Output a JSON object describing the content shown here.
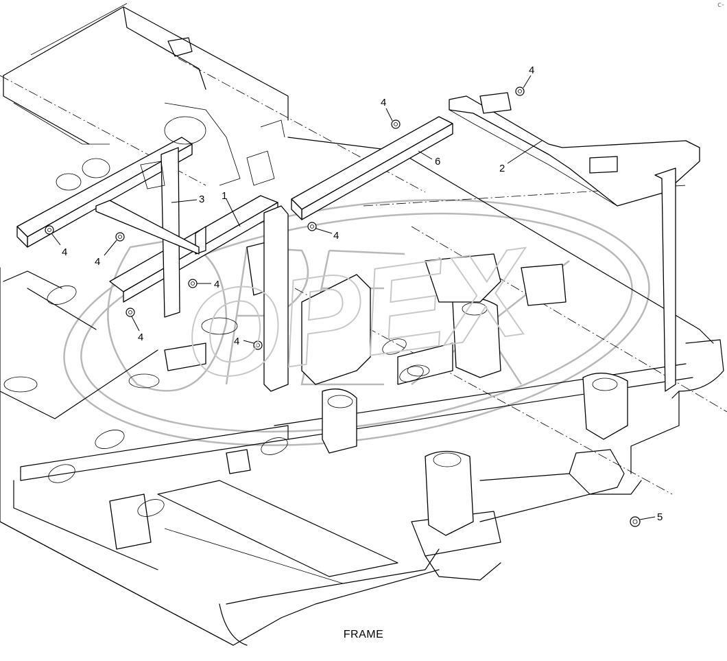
{
  "caption": "FRAME",
  "corner_mark": "c-",
  "watermark_text": "OPEX",
  "callouts": [
    {
      "id": "c1",
      "label": "1"
    },
    {
      "id": "c2",
      "label": "2"
    },
    {
      "id": "c3",
      "label": "3"
    },
    {
      "id": "c4a",
      "label": "4"
    },
    {
      "id": "c4b",
      "label": "4"
    },
    {
      "id": "c4c",
      "label": "4"
    },
    {
      "id": "c4d",
      "label": "4"
    },
    {
      "id": "c4e",
      "label": "4"
    },
    {
      "id": "c4f",
      "label": "4"
    },
    {
      "id": "c4g",
      "label": "4"
    },
    {
      "id": "c4h",
      "label": "4"
    },
    {
      "id": "c5",
      "label": "5"
    },
    {
      "id": "c6",
      "label": "6"
    }
  ]
}
